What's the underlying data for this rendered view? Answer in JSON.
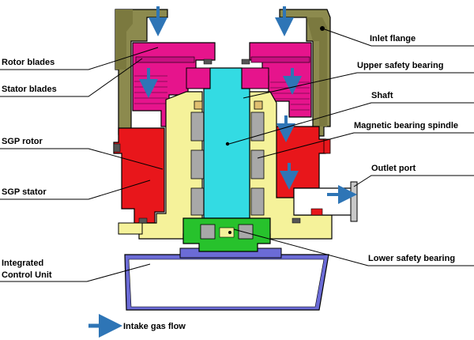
{
  "labels": {
    "rotor_blades": "Rotor blades",
    "stator_blades": "Stator blades",
    "sgp_rotor": "SGP rotor",
    "sgp_stator": "SGP stator",
    "integrated_control_unit_line1": "Integrated",
    "integrated_control_unit_line2": "Control Unit",
    "inlet_flange": "Inlet flange",
    "upper_safety_bearing": "Upper safety bearing",
    "shaft": "Shaft",
    "magnetic_bearing_spindle": "Magnetic bearing spindle",
    "outlet_port": "Outlet port",
    "lower_safety_bearing": "Lower safety bearing"
  },
  "legend": {
    "intake_gas_flow": "Intake gas flow",
    "arrow_color": "#2e75b6"
  },
  "colors": {
    "flange": "#8c8a4e",
    "rotor": "#e6148c",
    "sgp_red": "#e8161b",
    "spindle": "#f5f29a",
    "shaft": "#33dbe3",
    "bearing_green": "#27c22c",
    "control_unit": "#6b6bd6",
    "bearing_gray": "#a8a8a8",
    "outline": "#000000"
  },
  "icons": {
    "flow_arrow": "down-arrow-icon",
    "legend_arrow": "right-arrow-icon"
  }
}
